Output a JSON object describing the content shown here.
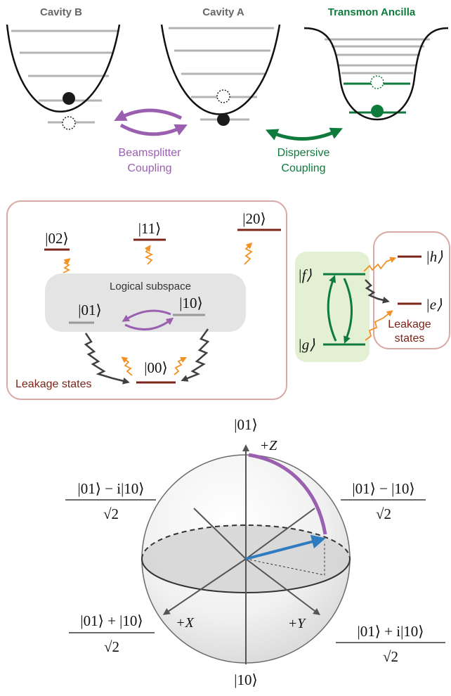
{
  "cavities": {
    "cavity_b": "Cavity B",
    "cavity_a": "Cavity A",
    "transmon": "Transmon Ancilla",
    "beamsplitter_1": "Beamsplitter",
    "beamsplitter_2": "Coupling",
    "dispersive_1": "Dispersive",
    "dispersive_2": "Coupling"
  },
  "levels": {
    "s02": "|02⟩",
    "s11": "|11⟩",
    "s20": "|20⟩",
    "s01": "|01⟩",
    "s10": "|10⟩",
    "s00": "|00⟩",
    "logical": "Logical subspace",
    "leakage": "Leakage states",
    "f": "|f⟩",
    "g": "|g⟩",
    "h": "|h⟩",
    "e": "|e⟩",
    "leak2_1": "Leakage",
    "leak2_2": "states"
  },
  "sphere": {
    "top": "|01⟩",
    "bottom": "|10⟩",
    "plus_z": "+Z",
    "plus_x": "+X",
    "plus_y": "+Y",
    "ul_num": "|01⟩ − i|10⟩",
    "ur_num": "|01⟩ − |10⟩",
    "ll_num": "|01⟩ + |10⟩",
    "lr_num": "|01⟩ + i|10⟩",
    "den": "√2"
  },
  "colors": {
    "purple": "#9b5fb0",
    "green": "#0e7a3c",
    "dark_red": "#7b2418",
    "orange": "#f29121",
    "blue": "#2f7bbf",
    "gray_level": "#b3b3b3"
  }
}
